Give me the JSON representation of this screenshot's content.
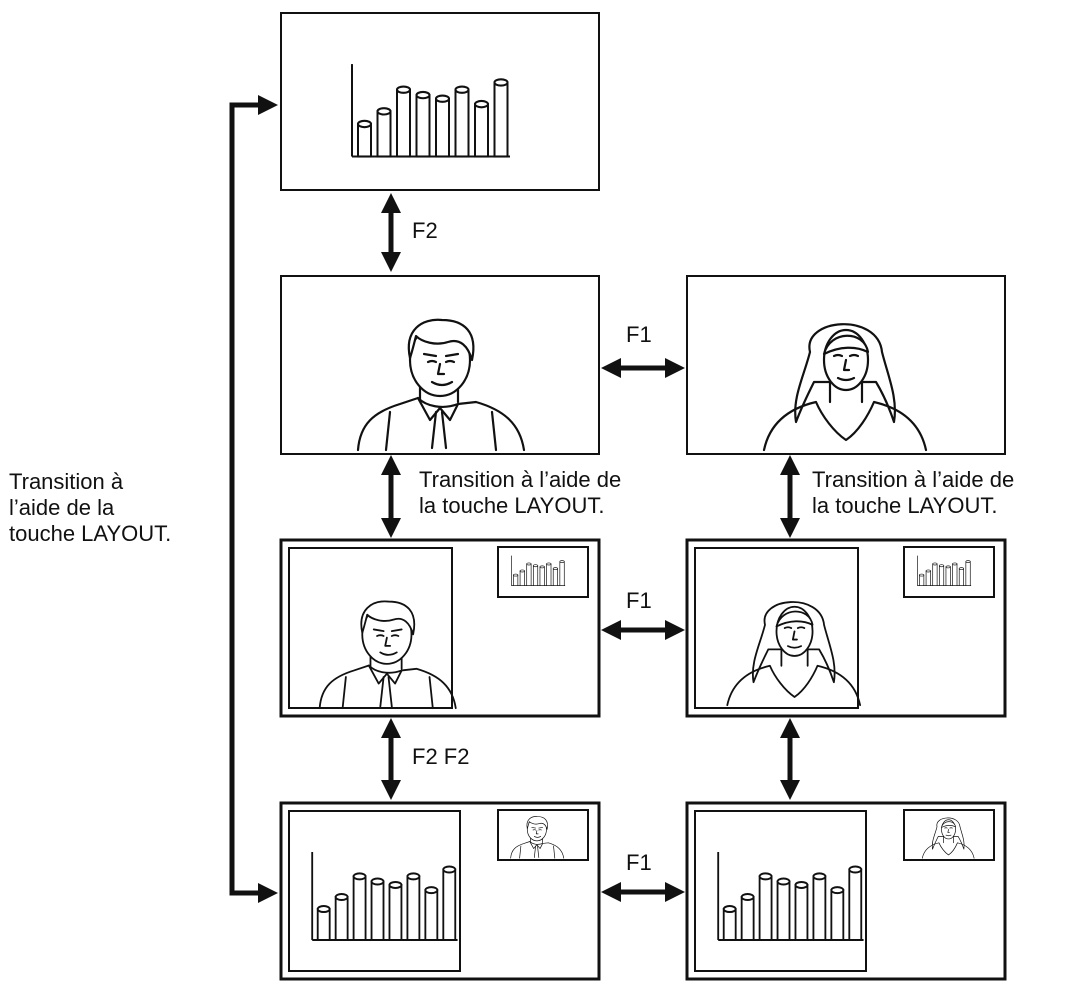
{
  "labels": {
    "f2_top": "F2",
    "f1_row1": "F1",
    "f1_row2": "F1",
    "f1_row3": "F1",
    "f2f2": "F2 F2",
    "layout_mid": {
      "line1": "Transition à l’aide de",
      "line2": "la touche LAYOUT."
    },
    "layout_right": {
      "line1": "Transition à l’aide de",
      "line2": "la touche LAYOUT."
    },
    "layout_left": {
      "line1": "Transition à",
      "line2": "l’aide de la",
      "line3": "touche LAYOUT."
    }
  },
  "screens": [
    {
      "id": "chart-screen",
      "content": "chart"
    },
    {
      "id": "man-screen",
      "content": "man"
    },
    {
      "id": "woman-screen",
      "content": "woman"
    },
    {
      "id": "man-pip-chart-screen",
      "content": "man + chart inset"
    },
    {
      "id": "woman-pip-chart-screen",
      "content": "woman + chart inset"
    },
    {
      "id": "chart-pip-man-screen",
      "content": "chart + man inset"
    },
    {
      "id": "chart-pip-woman-screen",
      "content": "chart + woman inset"
    }
  ],
  "chart_bars": [
    0.36,
    0.5,
    0.74,
    0.68,
    0.64,
    0.74,
    0.58,
    0.82
  ],
  "colors": {
    "line": "#111111",
    "background": "#ffffff"
  }
}
